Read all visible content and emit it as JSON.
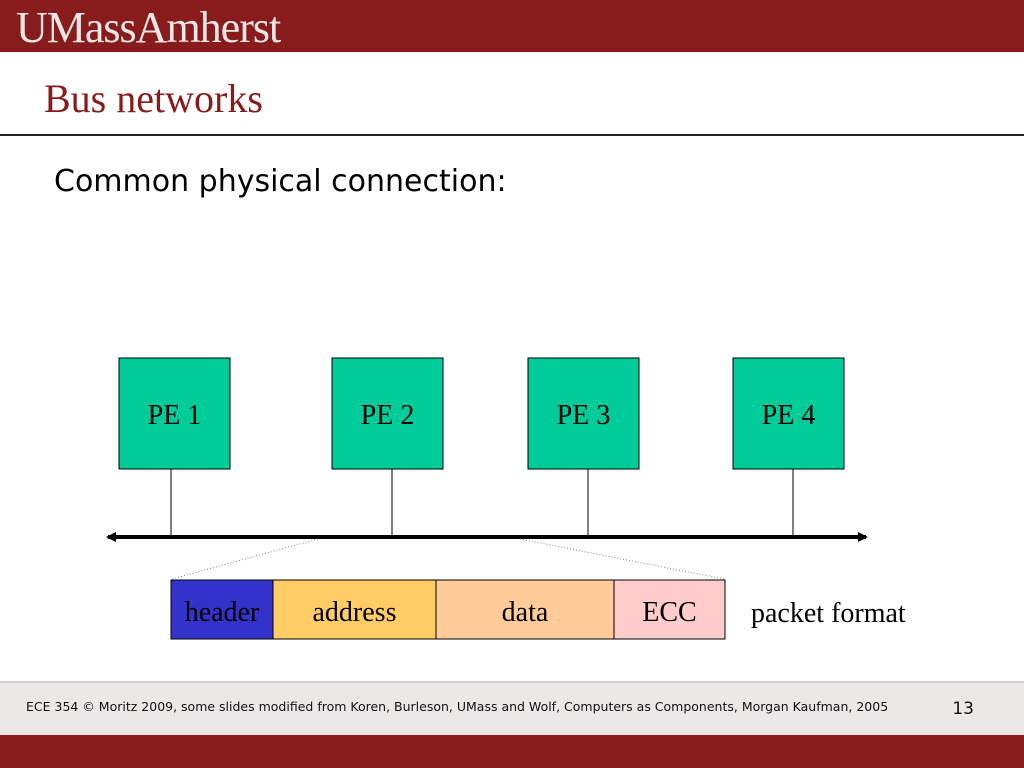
{
  "header": {
    "logo_text": "UMassAmherst"
  },
  "slide": {
    "title": "Bus networks",
    "bullet": "Common physical connection:"
  },
  "diagram": {
    "pes": [
      {
        "label": "PE 1"
      },
      {
        "label": "PE 2"
      },
      {
        "label": "PE 3"
      },
      {
        "label": "PE 4"
      }
    ],
    "packet": [
      {
        "label": "header",
        "color": "#3333cc"
      },
      {
        "label": "address",
        "color": "#ffcc66"
      },
      {
        "label": "data",
        "color": "#ffcc99"
      },
      {
        "label": "ECC",
        "color": "#ffcccc"
      }
    ],
    "packet_caption": "packet format",
    "pe_color": "#00cc99"
  },
  "footer": {
    "note": "ECE 354 © Moritz 2009,  some slides modified from Koren, Burleson, UMass and Wolf, Computers as Components, Morgan Kaufman, 2005",
    "page_number": "13"
  },
  "colors": {
    "brand": "#881c1c"
  }
}
